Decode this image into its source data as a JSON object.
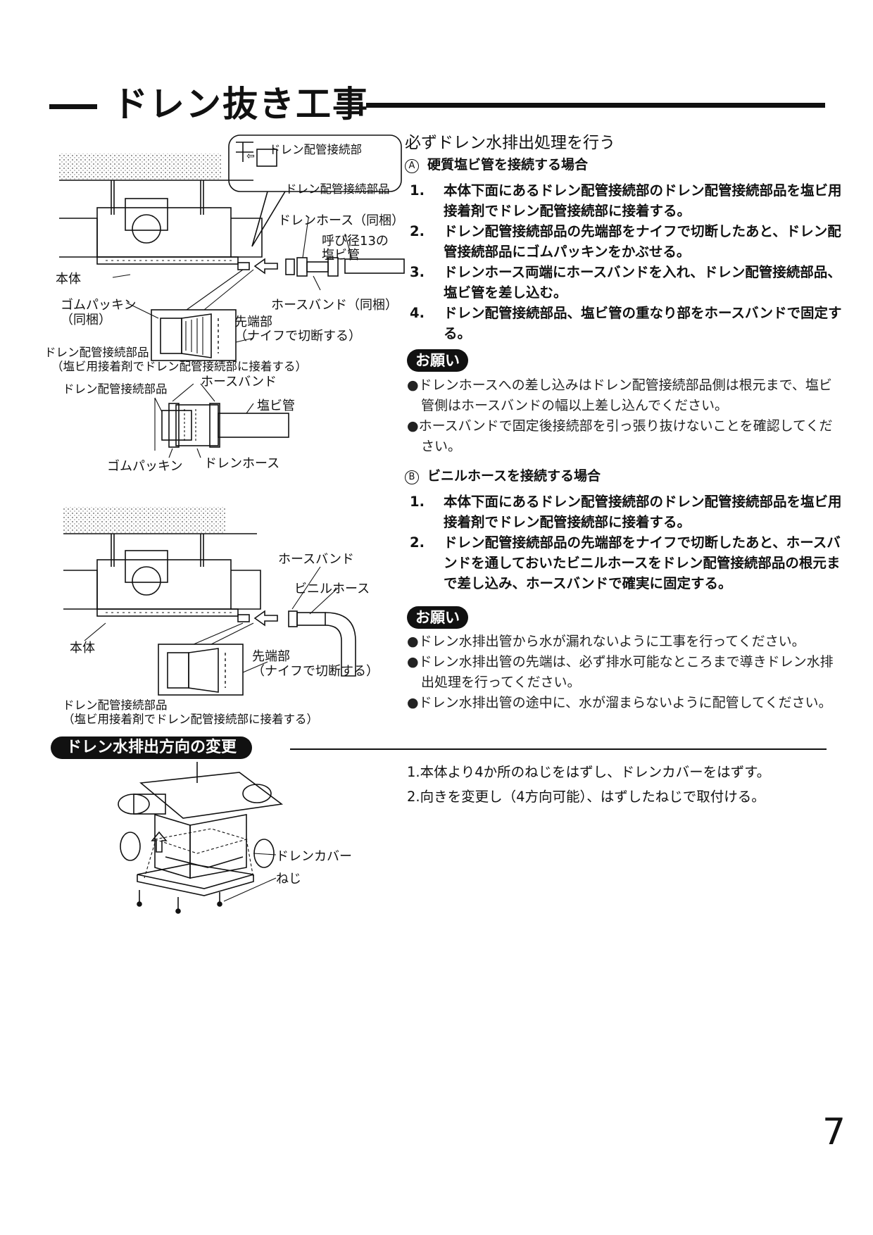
{
  "title": "ドレン抜き工事",
  "lead": "必ずドレン水排出処理を行う",
  "section_a": {
    "mark": "A",
    "heading": "硬質塩ビ管を接続する場合",
    "steps": [
      {
        "num": "1.",
        "text": "本体下面にあるドレン配管接続部のドレン配管接続部品を塩ビ用接着剤でドレン配管接続部に接着する。"
      },
      {
        "num": "2.",
        "text": "ドレン配管接続部品の先端部をナイフで切断したあと、ドレン配管接続部品にゴムパッキンをかぶせる。"
      },
      {
        "num": "3.",
        "text": "ドレンホース両端にホースバンドを入れ、ドレン配管接続部品、塩ビ管を差し込む。"
      },
      {
        "num": "4.",
        "text": "ドレン配管接続部品、塩ビ管の重なり部をホースバンドで固定する。"
      }
    ],
    "request_label": "お願い",
    "requests": [
      "●ドレンホースへの差し込みはドレン配管接続部品側は根元まで、塩ビ管側はホースバンドの幅以上差し込んでください。",
      "●ホースバンドで固定後接続部を引っ張り抜けないことを確認してください。"
    ]
  },
  "section_b": {
    "mark": "B",
    "heading": "ビニルホースを接続する場合",
    "steps": [
      {
        "num": "1.",
        "text": "本体下面にあるドレン配管接続部のドレン配管接続部品を塩ビ用接着剤でドレン配管接続部に接着する。"
      },
      {
        "num": "2.",
        "text": "ドレン配管接続部品の先端部をナイフで切断したあと、ホースバンドを通しておいたビニルホースをドレン配管接続部品の根元まで差し込み、ホースバンドで確実に固定する。"
      }
    ],
    "request_label": "お願い",
    "requests": [
      "●ドレン水排出管から水が漏れないように工事を行ってください。",
      "●ドレン水排出管の先端は、必ず排水可能なところまで導きドレン水排出処理を行ってください。",
      "●ドレン水排出管の途中に、水が溜まらないように配管してください。"
    ]
  },
  "direction": {
    "heading": "ドレン水排出方向の変更",
    "steps": [
      "1.本体より4か所のねじをはずし、ドレンカバーをはずす。",
      "2.向きを変更し（4方向可能）、はずしたねじで取付ける。"
    ]
  },
  "fig1": {
    "callout_top": "ドレン配管接続部",
    "callout_bottom": "ドレン配管接続部品",
    "hose": "ドレンホース（同梱）",
    "pipe_a": "呼び径13の",
    "pipe_b": "塩ビ管",
    "body": "本体",
    "packing_a": "ゴムパッキン",
    "packing_b": "（同梱）",
    "band": "ホースバンド（同梱）",
    "tip_a": "先端部",
    "tip_b": "（ナイフで切断する）",
    "part_a": "ドレン配管接続部品",
    "part_b": "（塩ビ用接着剤でドレン配管接続部に接着する）"
  },
  "fig2": {
    "part": "ドレン配管接続部品",
    "band": "ホースバンド",
    "pipe": "塩ビ管",
    "packing": "ゴムパッキン",
    "hose": "ドレンホース"
  },
  "fig3": {
    "band": "ホースバンド",
    "vinyl": "ビニルホース",
    "body": "本体",
    "tip_a": "先端部",
    "tip_b": "（ナイフで切断する）",
    "part_a": "ドレン配管接続部品",
    "part_b": "（塩ビ用接着剤でドレン配管接続部に接着する）"
  },
  "fig4": {
    "cover": "ドレンカバー",
    "screw": "ねじ"
  },
  "page_number": "7"
}
